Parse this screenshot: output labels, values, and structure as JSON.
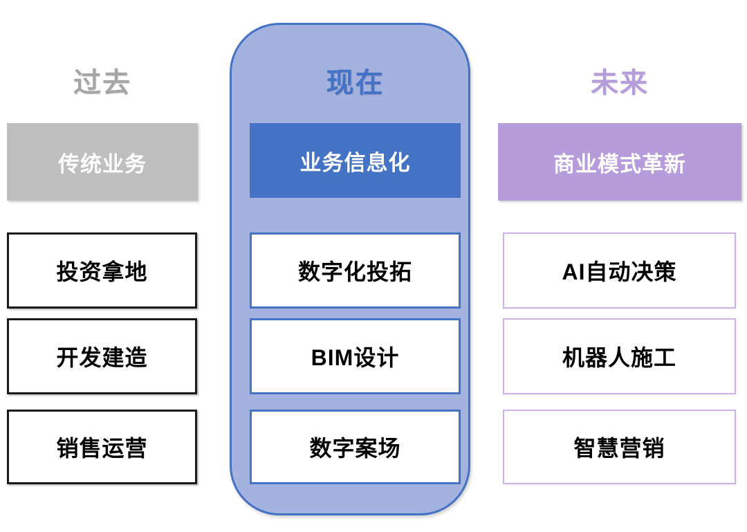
{
  "diagram": {
    "type": "three-stage-roadmap",
    "background": "#FFFFFF"
  },
  "columns": [
    {
      "id": "past",
      "title": "过去",
      "header": "传统业务",
      "items": [
        "投资拿地",
        "开发建造",
        "销售运营"
      ],
      "colors": {
        "title": "#A6A6A6",
        "header_bg": "#BFBFBF",
        "header_text": "#FFFFFF",
        "item_border": "#1A1A1A",
        "item_bg": "#FFFFFF",
        "item_text": "#000000"
      }
    },
    {
      "id": "present",
      "title": "现在",
      "header": "业务信息化",
      "items": [
        "数字化投拓",
        "BIM设计",
        "数字案场"
      ],
      "colors": {
        "title": "#4472C4",
        "header_bg": "#4472C4",
        "header_text": "#FFFFFF",
        "item_border": "#4472C4",
        "item_bg": "#FFFFFF",
        "item_text": "#000000",
        "container_bg": "#A3B2DE",
        "container_border": "#4472C4"
      }
    },
    {
      "id": "future",
      "title": "未来",
      "header": "商业模式革新",
      "items": [
        "AI自动决策",
        "机器人施工",
        "智慧营销"
      ],
      "colors": {
        "title": "#B79CDC",
        "header_bg": "#B79CDC",
        "header_text": "#FFFFFF",
        "item_border": "#CDB0E8",
        "item_bg": "#FFFFFF",
        "item_text": "#000000"
      }
    }
  ]
}
